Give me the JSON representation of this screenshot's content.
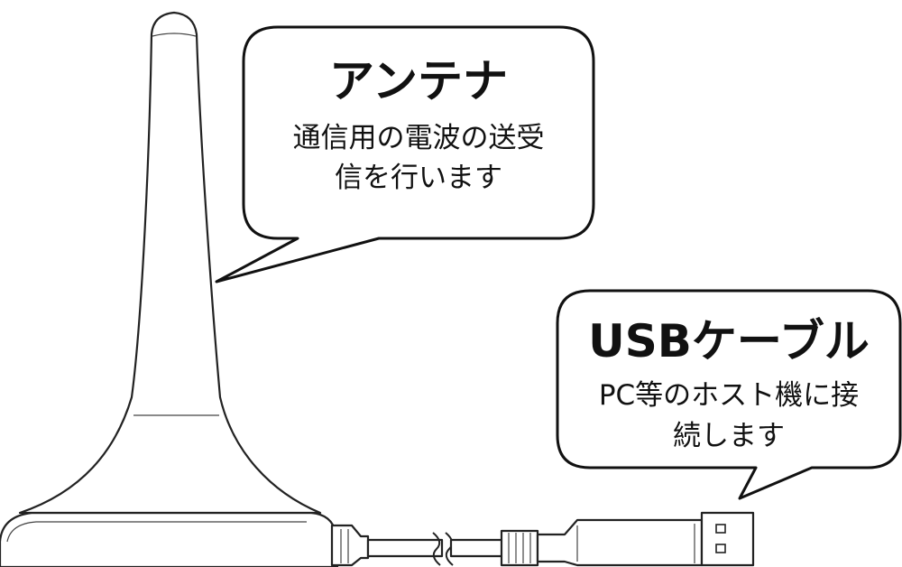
{
  "callouts": {
    "antenna": {
      "title": "アンテナ",
      "description_lines": [
        "通信用の電波の送受",
        "信を行います"
      ]
    },
    "usb_cable": {
      "title": "USBケーブル",
      "description_lines": [
        "PC等のホスト機に接",
        "続します"
      ]
    }
  },
  "colors": {
    "outline": "#222222",
    "bubble_border": "#111111",
    "background": "#ffffff"
  }
}
